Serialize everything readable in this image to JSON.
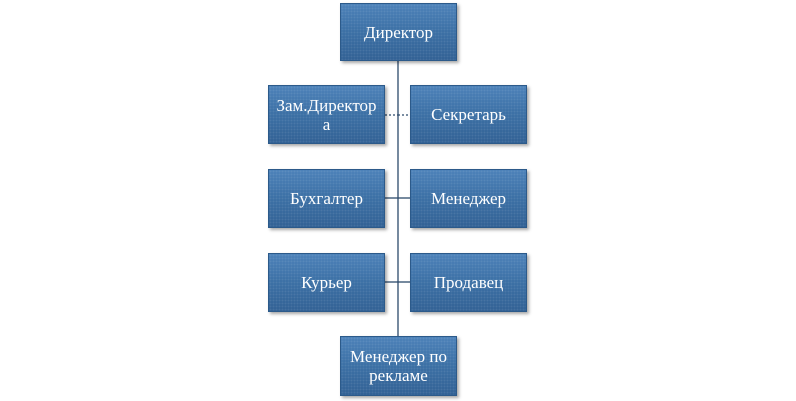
{
  "nodes": {
    "director": "Директор",
    "deputy_line1": "Зам.Директор",
    "deputy_line2": "а",
    "secretary": "Секретарь",
    "accountant": "Бухгалтер",
    "manager": "Менеджер",
    "courier": "Курьер",
    "seller": "Продавец",
    "ad_manager_line1": "Менеджер по",
    "ad_manager_line2": "рекламе"
  },
  "colors": {
    "node_fill": "#3a6fa5",
    "node_text": "#ffffff",
    "connector": "#2c4a6b"
  }
}
